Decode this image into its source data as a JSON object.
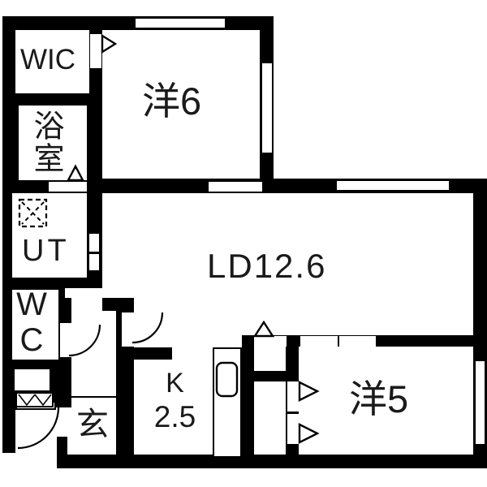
{
  "plan": {
    "title": "apartment-floor-plan",
    "colors": {
      "wall": "#000000",
      "floor": "#ffffff",
      "line": "#1a1a1a"
    },
    "rooms": {
      "wic": {
        "label": "WIC"
      },
      "bathroom": {
        "label": "浴室"
      },
      "utility": {
        "label": "UT"
      },
      "toilet": {
        "label": "WC"
      },
      "entrance": {
        "label": "玄"
      },
      "kitchen": {
        "label": "K",
        "area": "2.5"
      },
      "living_dining": {
        "label": "LD12.6"
      },
      "bedroom_west6": {
        "label": "洋6"
      },
      "bedroom_west5": {
        "label": "洋5"
      }
    },
    "symbols": [
      "entrance-door-arc-icon",
      "wc-door-arc-icon",
      "ld-door-arc-icon",
      "wic-door-triangle-icon",
      "bath-door-triangle-icon",
      "closet-opening-triangle-icon",
      "closet-folding-door-triangle-icons",
      "washing-machine-dashed-square-icon",
      "kitchen-sink-icon",
      "shoe-cabinet-icon",
      "window-slots",
      "storage-box"
    ]
  }
}
